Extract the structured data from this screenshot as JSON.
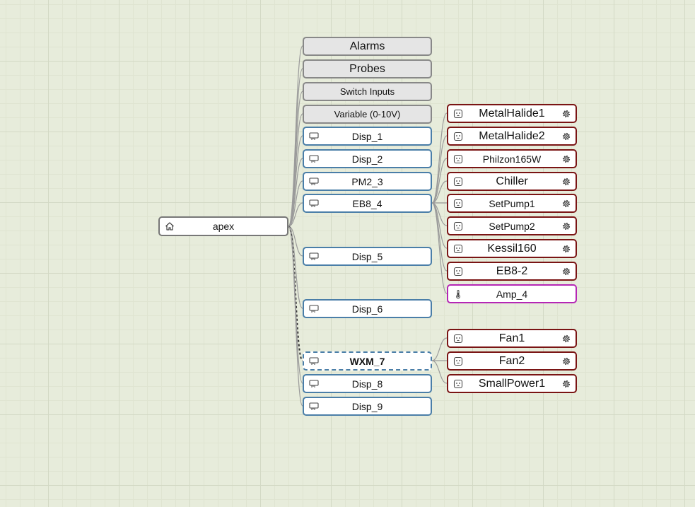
{
  "root": {
    "label": "apex",
    "icon": "home-icon"
  },
  "groups": [
    {
      "label": "Alarms"
    },
    {
      "label": "Probes"
    },
    {
      "label": "Switch Inputs"
    },
    {
      "label": "Variable (0-10V)"
    }
  ],
  "modules": [
    {
      "label": "Disp_1",
      "icon": "display-module-icon"
    },
    {
      "label": "Disp_2",
      "icon": "display-module-icon"
    },
    {
      "label": "PM2_3",
      "icon": "display-module-icon"
    },
    {
      "label": "EB8_4",
      "icon": "display-module-icon"
    },
    {
      "label": "Disp_5",
      "icon": "display-module-icon"
    },
    {
      "label": "Disp_6",
      "icon": "display-module-icon"
    },
    {
      "label": "WXM_7",
      "icon": "display-module-icon",
      "selected": true
    },
    {
      "label": "Disp_8",
      "icon": "display-module-icon"
    },
    {
      "label": "Disp_9",
      "icon": "display-module-icon"
    }
  ],
  "eb8_outlets": [
    {
      "label": "MetalHalide1"
    },
    {
      "label": "MetalHalide2"
    },
    {
      "label": "Philzon165W"
    },
    {
      "label": "Chiller"
    },
    {
      "label": "SetPump1"
    },
    {
      "label": "SetPump2"
    },
    {
      "label": "Kessil160"
    },
    {
      "label": "EB8-2"
    }
  ],
  "eb8_probe": {
    "label": "Amp_4",
    "icon": "thermometer-icon"
  },
  "wxm_outlets": [
    {
      "label": "Fan1"
    },
    {
      "label": "Fan2"
    },
    {
      "label": "SmallPower1"
    }
  ],
  "colors": {
    "group_border": "#888888",
    "module_border": "#4a7ea8",
    "outlet_border": "#7a1414",
    "probe_border": "#b526b5",
    "link": "#9a9a9a"
  }
}
